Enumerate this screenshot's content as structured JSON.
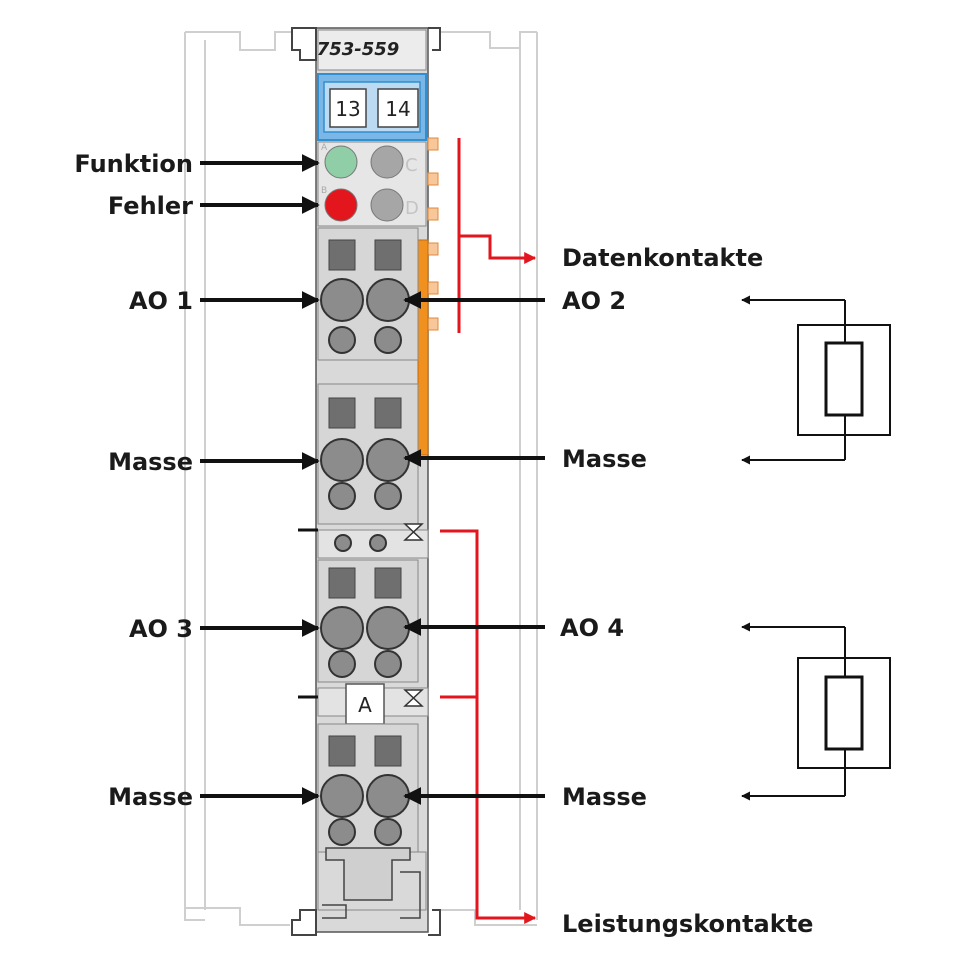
{
  "module": {
    "model_label": "753-559",
    "marker_left": "13",
    "marker_right": "14",
    "led_a_letter": "A",
    "led_b_letter": "B",
    "led_c_letter": "C",
    "led_d_letter": "D",
    "id_tag": "A"
  },
  "labels_left": {
    "funktion": "Funktion",
    "fehler": "Fehler",
    "ao1": "AO 1",
    "masse1": "Masse",
    "ao3": "AO 3",
    "masse2": "Masse"
  },
  "labels_right": {
    "datenkontakte": "Datenkontakte",
    "ao2": "AO 2",
    "masse1": "Masse",
    "ao4": "AO 4",
    "masse2": "Masse",
    "leistungskontakte": "Leistungskontakte"
  },
  "colors": {
    "accent_red": "#e3161d",
    "led_green": "#8fcea6",
    "led_red": "#e3161d",
    "marker_blue": "#2f8fd0",
    "bus_orange": "#f0901e",
    "housing_grey": "#d9d9d9"
  }
}
